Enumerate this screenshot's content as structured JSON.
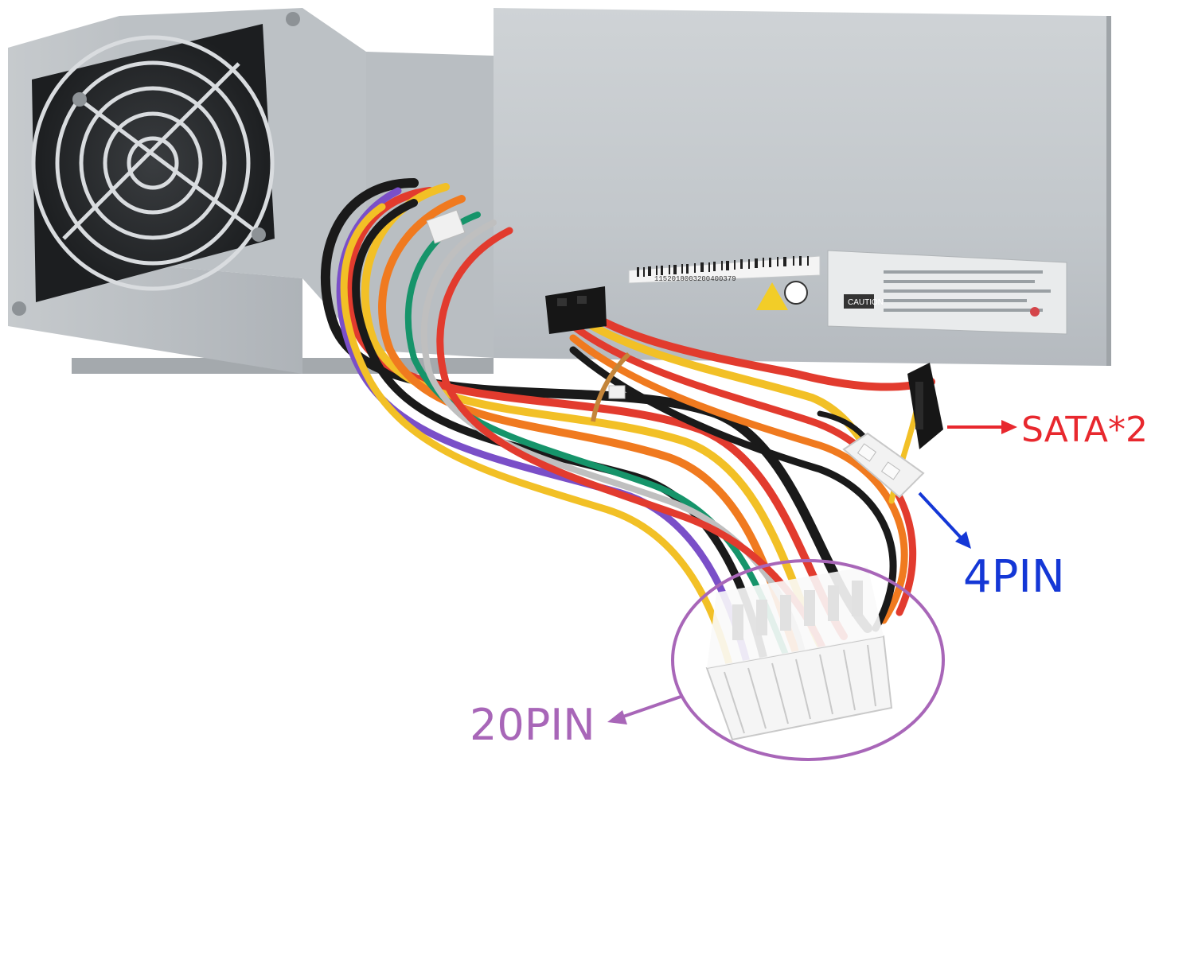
{
  "colors": {
    "sata": "#e8282e",
    "four_pin": "#1437d6",
    "twenty_pin": "#a866b8",
    "psu_body": "#c9cdd1",
    "background": "#ffffff"
  },
  "callouts": {
    "sata": "SATA*2",
    "four_pin": "4PIN",
    "twenty_pin": "20PIN"
  },
  "label_text": {
    "serial": "1152018003200400379",
    "caution": "CAUTION"
  }
}
